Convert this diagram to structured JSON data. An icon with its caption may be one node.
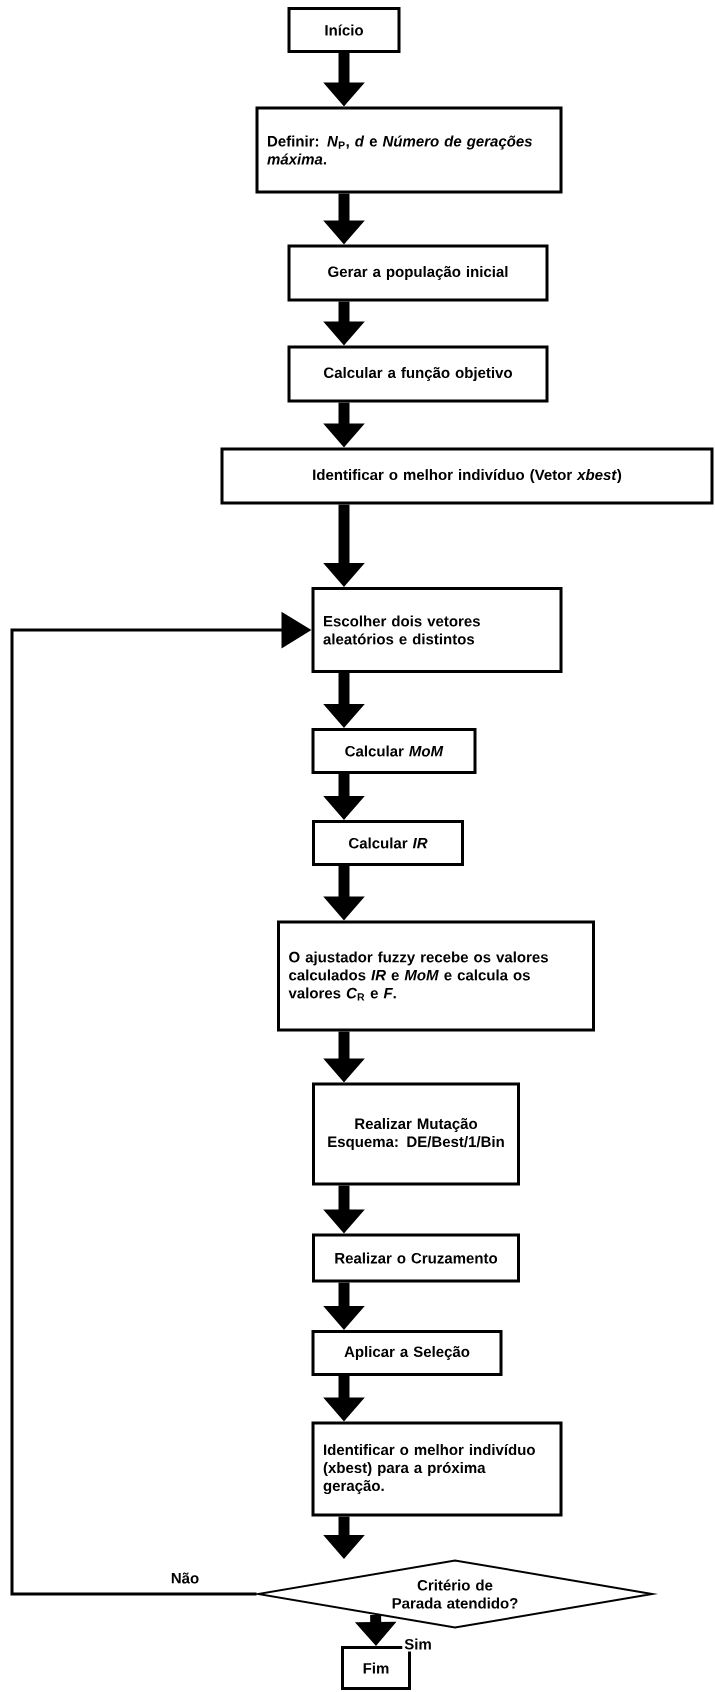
{
  "diagram": {
    "nodes": [
      {
        "text": [
          "Início"
        ]
      },
      {
        "text": [
          "Definir: *N*$_{P}$, *d* e *Número de gerações máxima*."
        ]
      },
      {
        "text": [
          "Gerar a população inicial"
        ]
      },
      {
        "text": [
          "Calcular a função objetivo"
        ]
      },
      {
        "text": [
          "Identificar o melhor indivíduo (Vetor *xbest*)"
        ]
      },
      {
        "text": [
          "Escolher dois vetores aleatórios e distintos"
        ]
      },
      {
        "text": [
          "Calcular *MoM*"
        ]
      },
      {
        "text": [
          "Calcular *IR*"
        ]
      },
      {
        "text": [
          "O ajustador fuzzy recebe os valores calculados *IR* e *MoM* e calcula os valores *C*$_{R}$ e *F*."
        ]
      },
      {
        "text": [
          "Realizar Mutação Esquema: DE/Best/1/Bin"
        ]
      },
      {
        "text": [
          "Realizar o Cruzamento"
        ]
      },
      {
        "text": [
          "Aplicar a Seleção"
        ]
      },
      {
        "text": [
          "Identificar o melhor indivíduo (xbest) para a próxima geração."
        ]
      },
      {
        "text": [
          "Critério de Parada atendido?"
        ]
      },
      {
        "text": [
          "Fim"
        ]
      }
    ],
    "edges": [
      {
        "from": 0,
        "to": 1,
        "arrow": "to"
      },
      {
        "from": 1,
        "to": 2,
        "arrow": "to"
      },
      {
        "from": 2,
        "to": 3,
        "arrow": "to"
      },
      {
        "from": 3,
        "to": 4,
        "arrow": "to"
      },
      {
        "from": 4,
        "to": 5,
        "arrow": "to"
      },
      {
        "from": 5,
        "to": 6,
        "arrow": "to"
      },
      {
        "from": 6,
        "to": 7,
        "arrow": "to"
      },
      {
        "from": 7,
        "to": 8,
        "arrow": "to"
      },
      {
        "from": 8,
        "to": 9,
        "arrow": "to"
      },
      {
        "from": 9,
        "to": 10,
        "arrow": "to"
      },
      {
        "from": 10,
        "to": 11,
        "arrow": "to"
      },
      {
        "from": 11,
        "to": 12,
        "arrow": "to"
      },
      {
        "from": 12,
        "to": 13,
        "arrow": "to"
      },
      {
        "from": 13,
        "to": 5,
        "arrow": "to",
        "label": "Não"
      },
      {
        "from": 13,
        "to": 14,
        "arrow": "to",
        "label": "Sim"
      }
    ]
  }
}
